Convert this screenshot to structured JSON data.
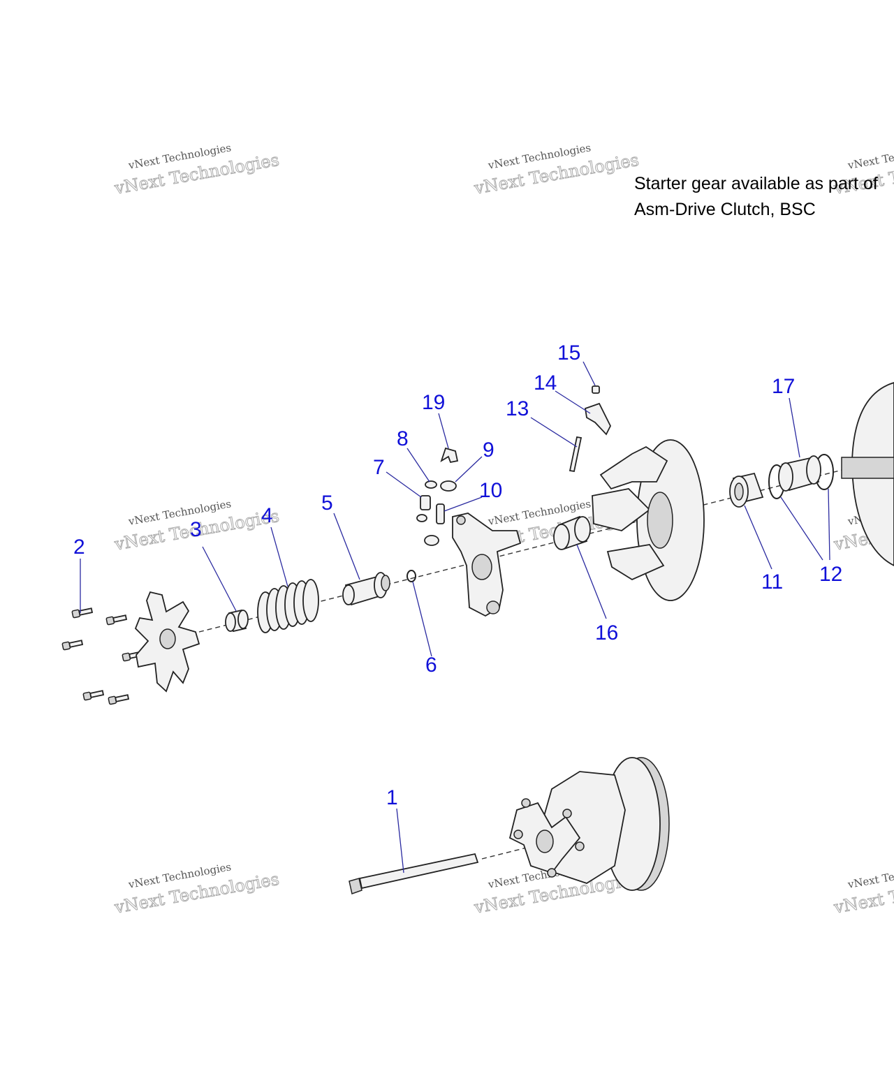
{
  "note": {
    "line1": "Starter gear available as part of",
    "line2": "Asm-Drive Clutch, BSC"
  },
  "watermark": {
    "line1": "vNext Technologies",
    "line2": "vNext Technologies"
  },
  "callouts": [
    "1",
    "2",
    "3",
    "4",
    "5",
    "6",
    "7",
    "8",
    "9",
    "10",
    "11",
    "12",
    "13",
    "14",
    "15",
    "16",
    "17",
    "19"
  ],
  "colors": {
    "callout": "#1010d8",
    "watermark": "#aaaaaa"
  }
}
